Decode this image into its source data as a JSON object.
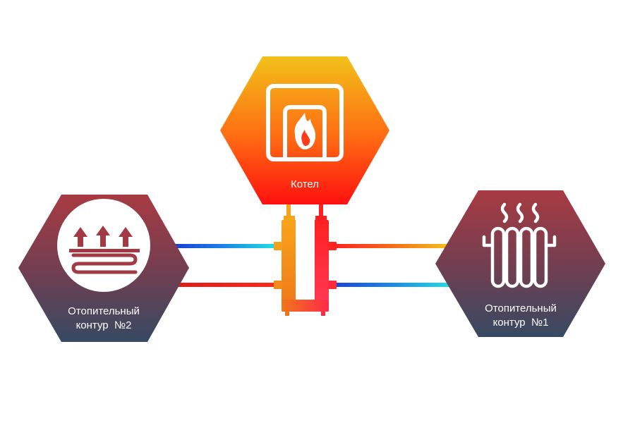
{
  "boiler": {
    "label": "Котел"
  },
  "circuit_left": {
    "line1": "Отопительный",
    "line2": "контур  №2"
  },
  "circuit_right": {
    "line1": "Отопительный",
    "line2": "контур  №1"
  },
  "colors": {
    "boiler_top": "#f2b81c",
    "boiler_bottom": "#ff1a1a",
    "circuit_top": "#a63a44",
    "circuit_bottom": "#3a4a60",
    "hot": "#ff1e1e",
    "warm": "#f6a21c",
    "cold": "#1a4fd6",
    "cyan": "#1ed8e0"
  },
  "icons": {
    "boiler": "boiler-fire-icon",
    "left": "underfloor-heating-icon",
    "right": "radiator-icon"
  }
}
